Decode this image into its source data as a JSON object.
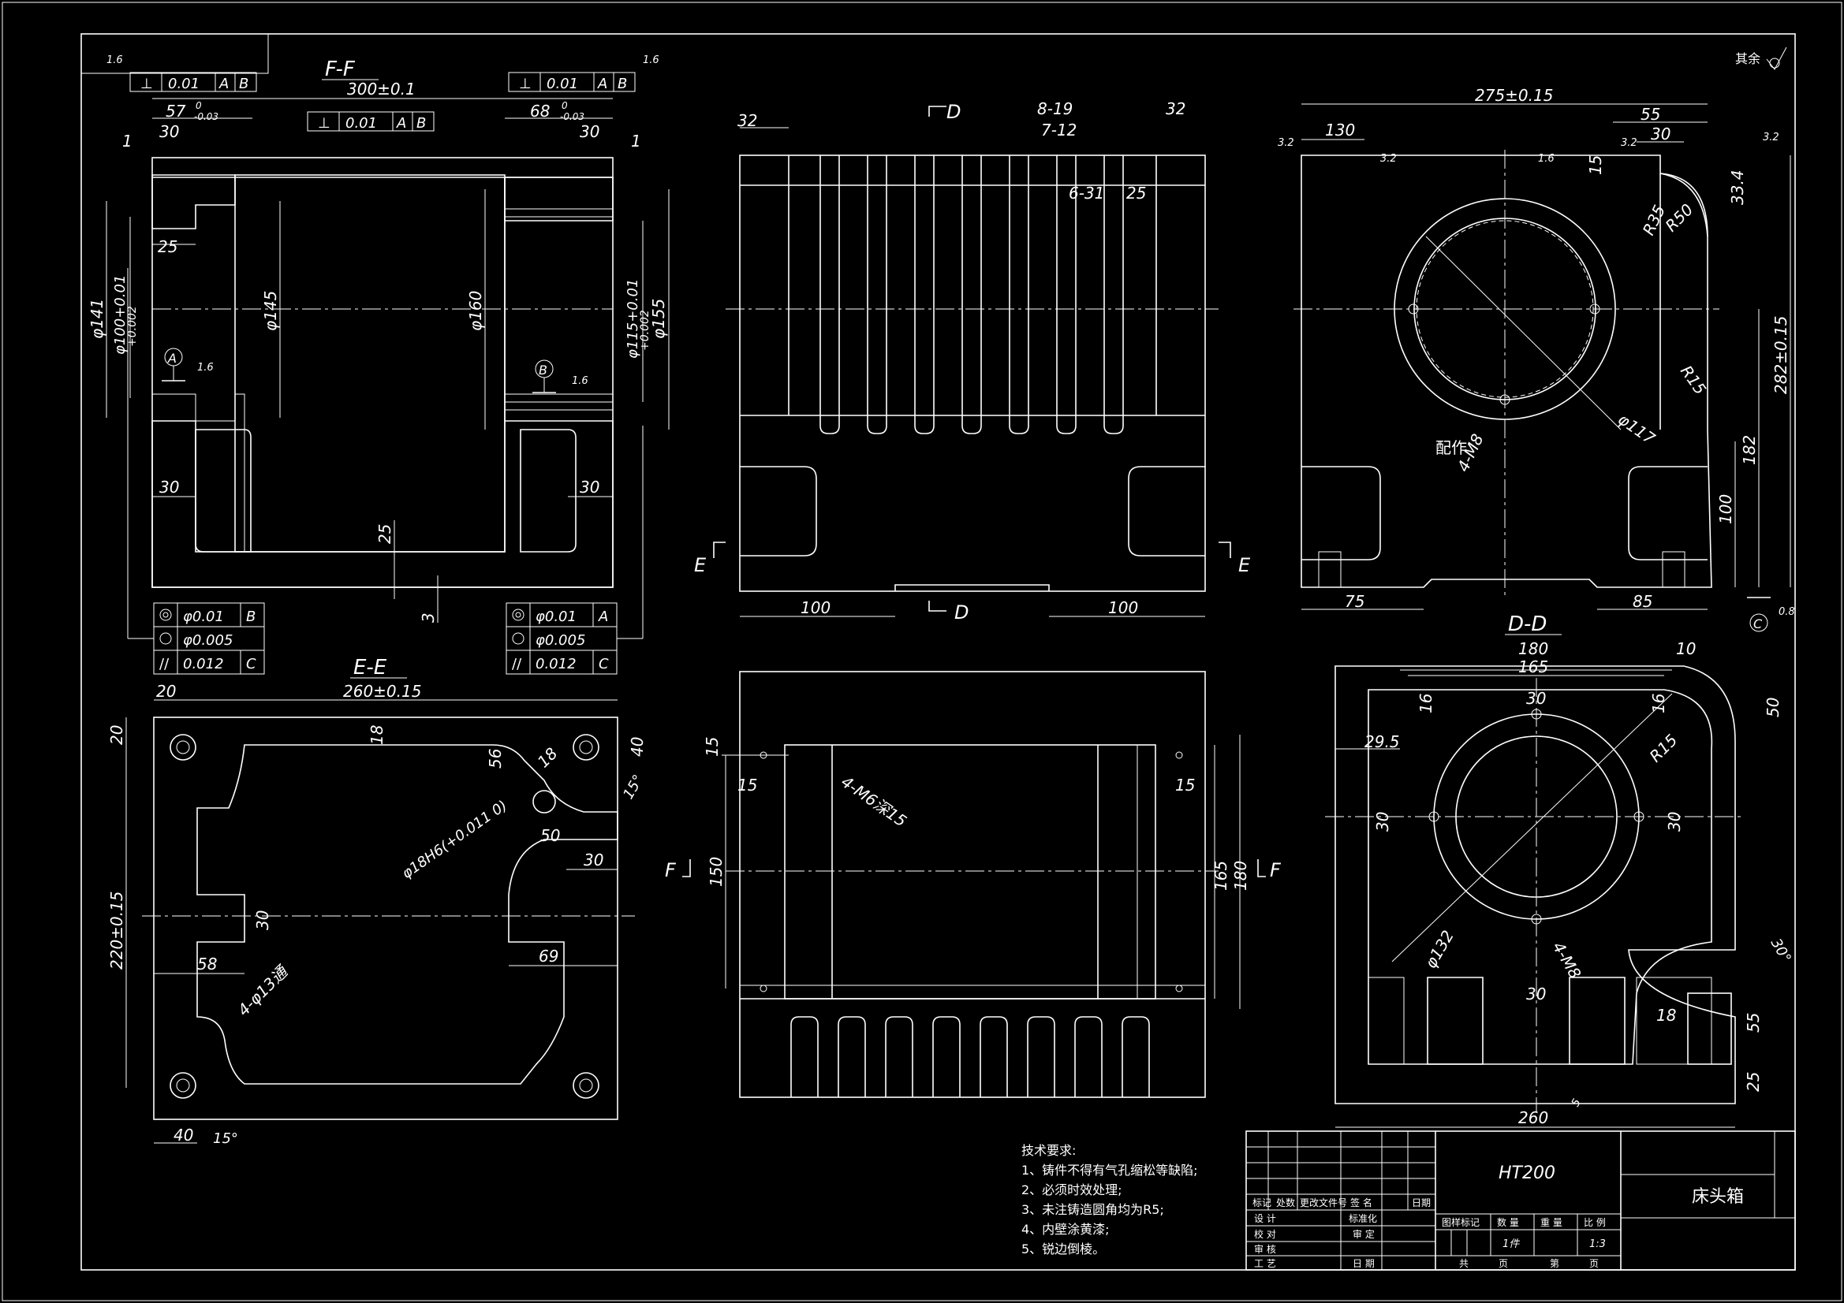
{
  "views": {
    "ff": {
      "title": "F-F",
      "d_300": "300±0.1",
      "d_57": "57",
      "d_57_tol": "0",
      "d_57_tol2": "-0.03",
      "d_68": "68",
      "d_68_tol": "0",
      "d_68_tol2": "-0.03",
      "d_30a": "30",
      "d_30b": "30",
      "d_1a": "1",
      "d_1b": "1",
      "d_25": "25",
      "d_145": "φ145",
      "d_160": "φ160",
      "d_141": "φ141",
      "d_100": "φ100+0.01",
      "d_100b": "+0.002",
      "d_115": "φ115+0.01",
      "d_115b": "+0.002",
      "d_155": "φ155",
      "d_30c": "30",
      "d_30d": "30",
      "d_25b": "25",
      "d_3": "3",
      "datum_a": "A",
      "datum_b": "B",
      "rough": "1.6"
    },
    "ee": {
      "title": "E-E",
      "d_260": "260±0.15",
      "d_220": "220±0.15",
      "d_20a": "20",
      "d_20b": "20",
      "d_18a": "18",
      "d_18b": "18",
      "d_56": "56",
      "d_40a": "40",
      "d_15deg": "15°",
      "d_phi18": "φ18H6(+0.011 0)",
      "d_50": "50",
      "d_30a": "30",
      "d_30b": "30",
      "d_58": "58",
      "d_69": "69",
      "d_holes": "4-φ13通",
      "d_40b": "40",
      "d_15b": "15°"
    },
    "front": {
      "d_32a": "32",
      "d_32b": "32",
      "d_8_19": "8-19",
      "d_7_12": "7-12",
      "d_6_31": "6-31",
      "d_25": "25",
      "d_100a": "100",
      "d_100b": "100",
      "sec_d": "D",
      "sec_e": "E"
    },
    "side": {
      "d_275": "275±0.15",
      "d_130": "130",
      "d_55": "55",
      "d_30": "30",
      "d_15": "15",
      "d_33": "33.4",
      "d_r35": "R35",
      "d_r50": "R50",
      "d_r15": "R15",
      "d_117": "φ117",
      "d_m8": "4-M8",
      "note": "配作",
      "d_282": "282±0.15",
      "d_182": "182",
      "d_100": "100",
      "d_75": "75",
      "d_85": "85",
      "datum_c": "C",
      "rough": "0.8",
      "r32a": "3.2",
      "r32b": "3.2",
      "r32c": "3.2",
      "r32d": "3.2",
      "r16": "1.6"
    },
    "top": {
      "d_15a": "15",
      "d_15b": "15",
      "d_15c": "15",
      "d_m6": "4-M6深15",
      "d_150": "150",
      "d_165": "165",
      "d_180": "180",
      "sec_f": "F"
    },
    "dd": {
      "title": "D-D",
      "d_180": "180",
      "d_165": "165",
      "d_10": "10",
      "d_16a": "16",
      "d_16b": "16",
      "d_30a": "30",
      "d_29": "29.5",
      "d_r15": "R15",
      "d_50": "50",
      "d_30b": "30",
      "d_30c": "30",
      "d_132": "φ132",
      "d_m8": "4-M8",
      "d_30d": "30",
      "d_30deg": "30°",
      "d_18": "18",
      "d_55": "55",
      "d_25": "25",
      "d_5": "5",
      "d_260": "260"
    },
    "tol": {
      "perp": "0.01",
      "a": "A",
      "b": "B",
      "c": "C",
      "runout": "φ0.01",
      "round": "φ0.005",
      "par": "0.012"
    }
  },
  "other": "其余",
  "notes": {
    "title": "技术要求:",
    "items": [
      "1、铸件不得有气孔缩松等缺陷;",
      "2、必须时效处理;",
      "3、未注铸造圆角均为R5;",
      "4、内壁涂黄漆;",
      "5、锐边倒棱。"
    ]
  },
  "titleblock": {
    "material": "HT200",
    "part_name": "床头箱",
    "h_mark": "标记",
    "h_count": "处数",
    "h_doc": "更改文件号",
    "h_sign": "签 名",
    "h_date": "日期",
    "r_design": "设 计",
    "r_std": "标准化",
    "r_check": "校 对",
    "r_review": "审 定",
    "r_audit": "审 核",
    "r_craft": "工 艺",
    "r_date": "日 期",
    "c_stage": "图样标记",
    "c_qty": "数 量",
    "c_wt": "重 量",
    "c_scale": "比 例",
    "qty": "1件",
    "scale": "1:3",
    "total": "共",
    "page": "页",
    "sheet": "第",
    "page2": "页"
  }
}
